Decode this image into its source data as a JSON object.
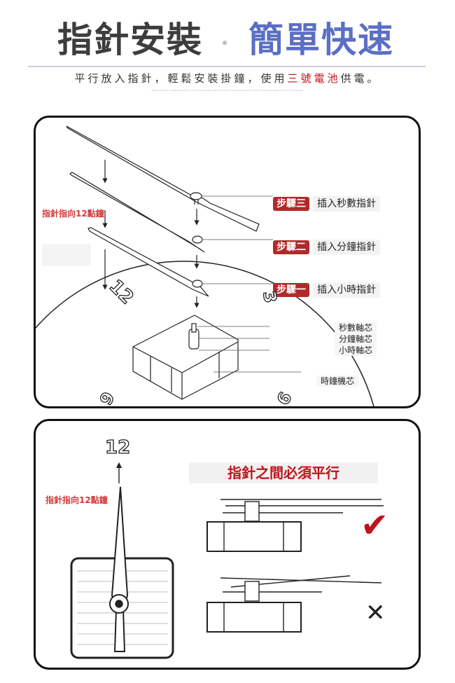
{
  "header": {
    "title_left": "指針安裝",
    "title_right": "簡單快速",
    "subtitle_prefix": "平行放入指針，輕鬆安裝掛鐘，使用",
    "subtitle_highlight": "三號電池",
    "subtitle_suffix": "供電。",
    "fine_print": "IMPORT QUALITY STANDARD IMPORT QUALITY STANDARD IMPORT QUALITY STANDARD IMPORT QUALITY STANDARD IMPORT QUALITY STANDARD"
  },
  "panel1": {
    "pointer_note": "指針指向12點鐘",
    "steps": [
      {
        "badge": "步驟三",
        "text": "插入秒數指針"
      },
      {
        "badge": "步驟二",
        "text": "插入分鐘指針"
      },
      {
        "badge": "步驟一",
        "text": "插入小時指針"
      }
    ],
    "shafts": [
      "秒數軸芯",
      "分鐘軸芯",
      "小時軸芯"
    ],
    "movement": "時鐘機芯",
    "dial_numbers": [
      "12",
      "3",
      "9",
      "6"
    ]
  },
  "panel2": {
    "dial_number": "12",
    "pointer_note": "指針指向12點鐘",
    "heading": "指針之間必須平行",
    "correct_mark": "✔",
    "wrong_mark": "✕",
    "colors": {
      "accent": "#c0131b",
      "blue": "#5b6fc4"
    }
  }
}
